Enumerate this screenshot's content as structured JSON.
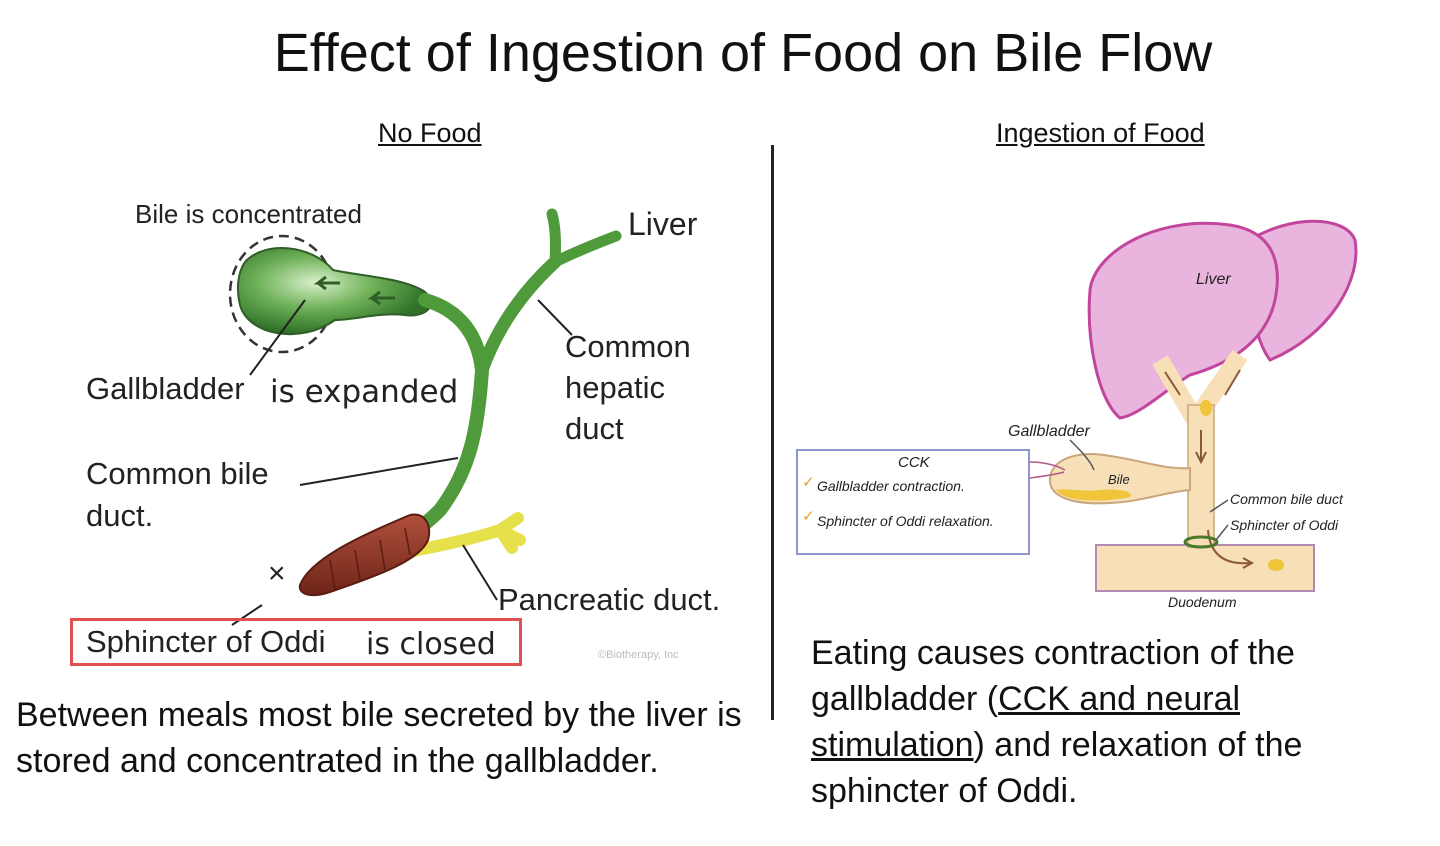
{
  "title": "Effect of Ingestion of Food on Bile Flow",
  "left_panel": {
    "heading": "No Food",
    "labels": {
      "bile_concentrated": "Bile is concentrated",
      "liver": "Liver",
      "gallbladder": "Gallbladder",
      "is_expanded": "is expanded",
      "common_hepatic_duct_1": "Common",
      "common_hepatic_duct_2": "hepatic",
      "common_hepatic_duct_3": "duct",
      "common_bile_duct_1": "Common bile",
      "common_bile_duct_2": "duct.",
      "pancreatic_duct": "Pancreatic duct.",
      "sphincter": "Sphincter of Oddi",
      "is_closed": "is closed",
      "copyright": "©Biotherapy, Inc",
      "x_mark": "×"
    },
    "caption": "Between meals most bile secreted by the liver is stored and concentrated in the gallbladder."
  },
  "right_panel": {
    "heading": "Ingestion of Food",
    "labels": {
      "liver": "Liver",
      "gallbladder": "Gallbladder",
      "bile": "Bile",
      "cck": "CCK",
      "cck_item1": "Gallbladder contraction.",
      "cck_item2": "Sphincter of Oddi relaxation.",
      "check": "✓",
      "common_bile_duct": "Common bile duct",
      "sphincter": "Sphincter of Oddi",
      "duodenum": "Duodenum"
    },
    "caption_part1": "Eating causes contraction of the gallbladder (",
    "caption_underlined": "CCK and neural stimulation",
    "caption_part2": ") and relaxation of the sphincter of Oddi."
  },
  "colors": {
    "gallbladder_green": "#4f9a3a",
    "sphincter_red": "#8e2f22",
    "pancreatic_yellow": "#e6e04a",
    "liver_pink": "#e9b5de",
    "liver_outline": "#c2459e",
    "duct_tan": "#f7dfb8",
    "bile_yellow": "#f0c53a",
    "box_red": "#e05050",
    "cck_box": "#8f96cc"
  }
}
